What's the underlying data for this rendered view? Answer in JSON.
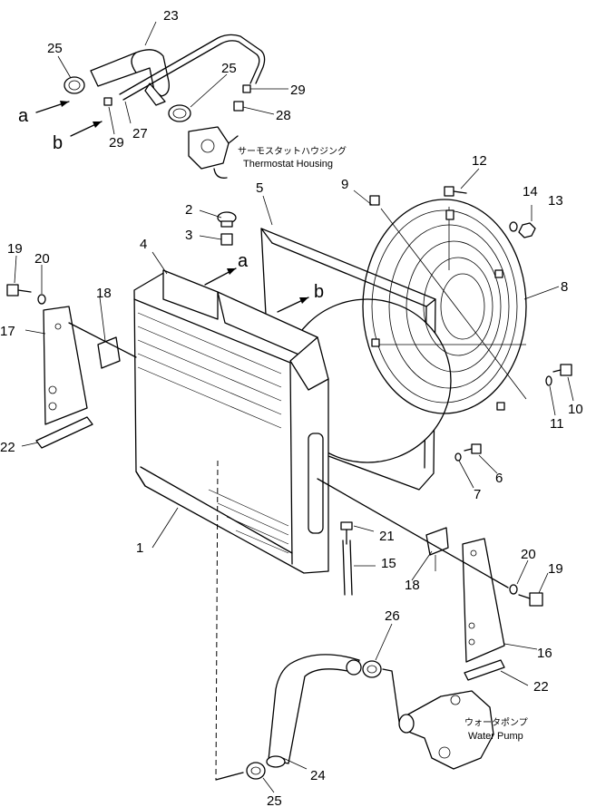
{
  "diagram": {
    "part_numbers": [
      "1",
      "2",
      "3",
      "4",
      "5",
      "6",
      "7",
      "8",
      "9",
      "10",
      "11",
      "12",
      "13",
      "14",
      "15",
      "16",
      "17",
      "18",
      "18",
      "19",
      "19",
      "20",
      "20",
      "21",
      "22",
      "22",
      "23",
      "24",
      "25",
      "25",
      "25",
      "26",
      "27",
      "28",
      "29",
      "29"
    ],
    "arrow_letters": [
      "a",
      "b",
      "a",
      "b"
    ],
    "notes": {
      "thermostat_jp": "サーモスタットハウジング",
      "thermostat_en": "Thermostat Housing",
      "waterpump_jp": "ウォータポンプ",
      "waterpump_en": "Water Pump"
    }
  }
}
